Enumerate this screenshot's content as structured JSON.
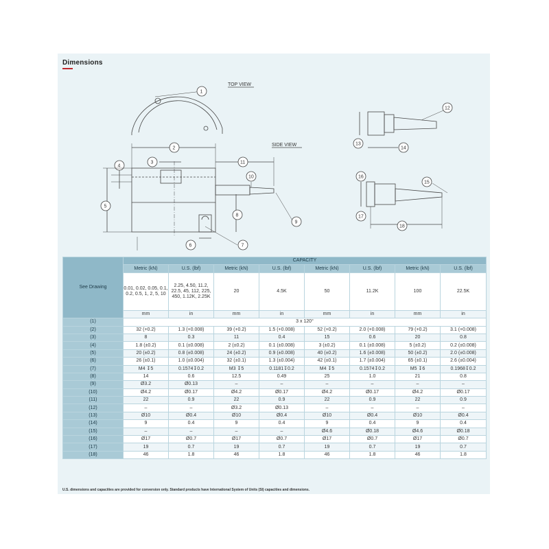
{
  "heading": "Dimensions",
  "drawing": {
    "top_view_label": "TOP VIEW",
    "side_view_label": "SIDE VIEW",
    "callouts": [
      "1",
      "2",
      "3",
      "4",
      "5",
      "6",
      "7",
      "8",
      "9",
      "10",
      "11",
      "12",
      "13",
      "14",
      "15",
      "16",
      "17",
      "18"
    ]
  },
  "table": {
    "capacity_label": "CAPACITY",
    "see_drawing_label": "See Drawing",
    "column_headers": [
      "Metric (kN)",
      "U.S. (lbf)",
      "Metric (kN)",
      "U.S. (lbf)",
      "Metric (kN)",
      "U.S. (lbf)",
      "Metric (kN)",
      "U.S. (lbf)"
    ],
    "capacities": [
      "0.01, 0.02, 0.05, 0.1, 0.2, 0.5, 1, 2, 5, 10",
      "2.25, 4.50, 11.2, 22.5, 45, 112, 225, 450, 1.12K, 2.25K",
      "20",
      "4.5K",
      "50",
      "11.2K",
      "100",
      "22.5K"
    ],
    "units": [
      "mm",
      "in",
      "mm",
      "in",
      "mm",
      "in",
      "mm",
      "in"
    ],
    "row1": {
      "label": "(1)",
      "value": "3 x 120°"
    },
    "rows": [
      {
        "label": "(2)",
        "values": [
          "32 (+0.2)",
          "1.3 (+0.008)",
          "39 (+0.2)",
          "1.5 (+0.008)",
          "52 (+0.2)",
          "2.0 (+0.008)",
          "79 (+0.2)",
          "3.1 (+0.008)"
        ]
      },
      {
        "label": "(3)",
        "values": [
          "8",
          "0.3",
          "11",
          "0.4",
          "15",
          "0.6",
          "20",
          "0.8"
        ]
      },
      {
        "label": "(4)",
        "values": [
          "1.8 (±0.2)",
          "0.1 (±0.008)",
          "2 (±0.2)",
          "0.1 (±0.008)",
          "3 (±0.2)",
          "0.1 (±0.008)",
          "5 (±0.2)",
          "0.2 (±0.008)"
        ]
      },
      {
        "label": "(5)",
        "values": [
          "20 (±0.2)",
          "0.8 (±0.008)",
          "24 (±0.2)",
          "0.9 (±0.008)",
          "40 (±0.2)",
          "1.6 (±0.008)",
          "50 (±0.2)",
          "2.0 (±0.008)"
        ]
      },
      {
        "label": "(6)",
        "values": [
          "26 (±0.1)",
          "1.0 (±0.004)",
          "32 (±0.1)",
          "1.3 (±0.004)",
          "42 (±0.1)",
          "1.7 (±0.004)",
          "65 (±0.1)",
          "2.6 (±0.004)"
        ]
      },
      {
        "label": "(7)",
        "values": [
          "M4 ↧5",
          "0.1574↧0.2",
          "M3 ↧5",
          "0.1181↧0.2",
          "M4 ↧5",
          "0.1574↧0.2",
          "M5 ↧6",
          "0.1968↧0.2"
        ]
      },
      {
        "label": "(8)",
        "values": [
          "14",
          "0.6",
          "12.5",
          "0.49",
          "25",
          "1.0",
          "21",
          "0.8"
        ]
      },
      {
        "label": "(9)",
        "values": [
          "Ø3.2",
          "Ø0.13",
          "–",
          "–",
          "–",
          "–",
          "–",
          "–"
        ]
      },
      {
        "label": "(10)",
        "values": [
          "Ø4.2",
          "Ø0.17",
          "Ø4.2",
          "Ø0.17",
          "Ø4.2",
          "Ø0.17",
          "Ø4.2",
          "Ø0.17"
        ]
      },
      {
        "label": "(11)",
        "values": [
          "22",
          "0.9",
          "22",
          "0.9",
          "22",
          "0.9",
          "22",
          "0.9"
        ]
      },
      {
        "label": "(12)",
        "values": [
          "–",
          "–",
          "Ø3.2",
          "Ø0.13",
          "–",
          "–",
          "–",
          "–"
        ]
      },
      {
        "label": "(13)",
        "values": [
          "Ø10",
          "Ø0.4",
          "Ø10",
          "Ø0.4",
          "Ø10",
          "Ø0.4",
          "Ø10",
          "Ø0.4"
        ]
      },
      {
        "label": "(14)",
        "values": [
          "9",
          "0.4",
          "9",
          "0.4",
          "9",
          "0.4",
          "9",
          "0.4"
        ]
      },
      {
        "label": "(15)",
        "values": [
          "–",
          "–",
          "–",
          "–",
          "Ø4.6",
          "Ø0.18",
          "Ø4.6",
          "Ø0.18"
        ]
      },
      {
        "label": "(16)",
        "values": [
          "Ø17",
          "Ø0.7",
          "Ø17",
          "Ø0.7",
          "Ø17",
          "Ø0.7",
          "Ø17",
          "Ø0.7"
        ]
      },
      {
        "label": "(17)",
        "values": [
          "19",
          "0.7",
          "19",
          "0.7",
          "19",
          "0.7",
          "19",
          "0.7"
        ]
      },
      {
        "label": "(18)",
        "values": [
          "46",
          "1.8",
          "46",
          "1.8",
          "46",
          "1.8",
          "46",
          "1.8"
        ]
      }
    ]
  },
  "footnote": "U.S. dimensions and capacities are provided for conversion only. Standard products have International System of Units (SI) capacities and dimensions.",
  "colors": {
    "panel": "#eaf3f6",
    "header": "#8fb8c8",
    "accent": "#c0272d"
  }
}
